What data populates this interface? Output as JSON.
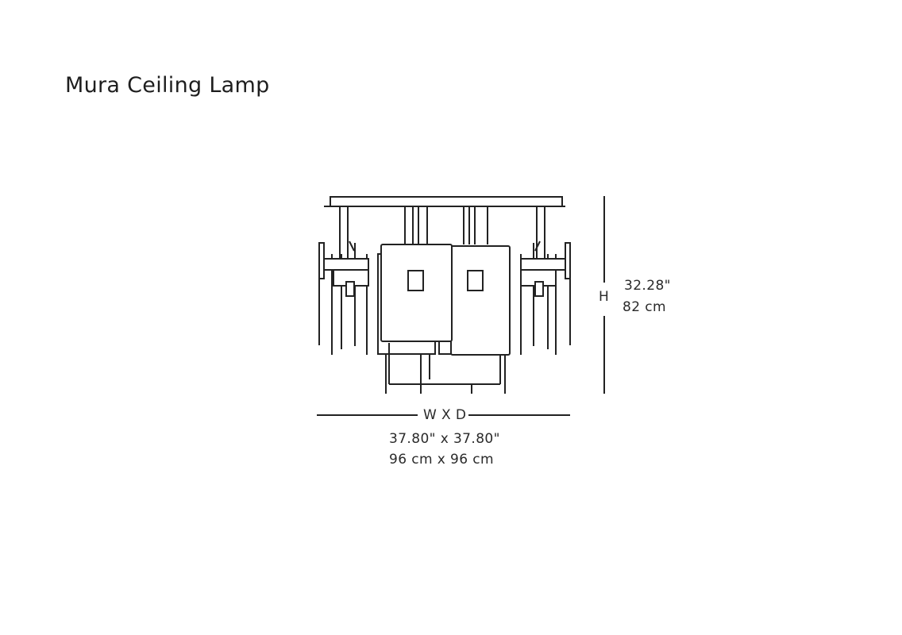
{
  "title": "Mura Ceiling Lamp",
  "dimensions": {
    "height": {
      "label": "H",
      "inches": "32.28\"",
      "cm": "82 cm"
    },
    "width_depth": {
      "label": "W X D",
      "inches": "37.80\" x 37.80\"",
      "cm": "96 cm x 96 cm"
    }
  },
  "colors": {
    "line": "#222222",
    "background": "#ffffff"
  }
}
